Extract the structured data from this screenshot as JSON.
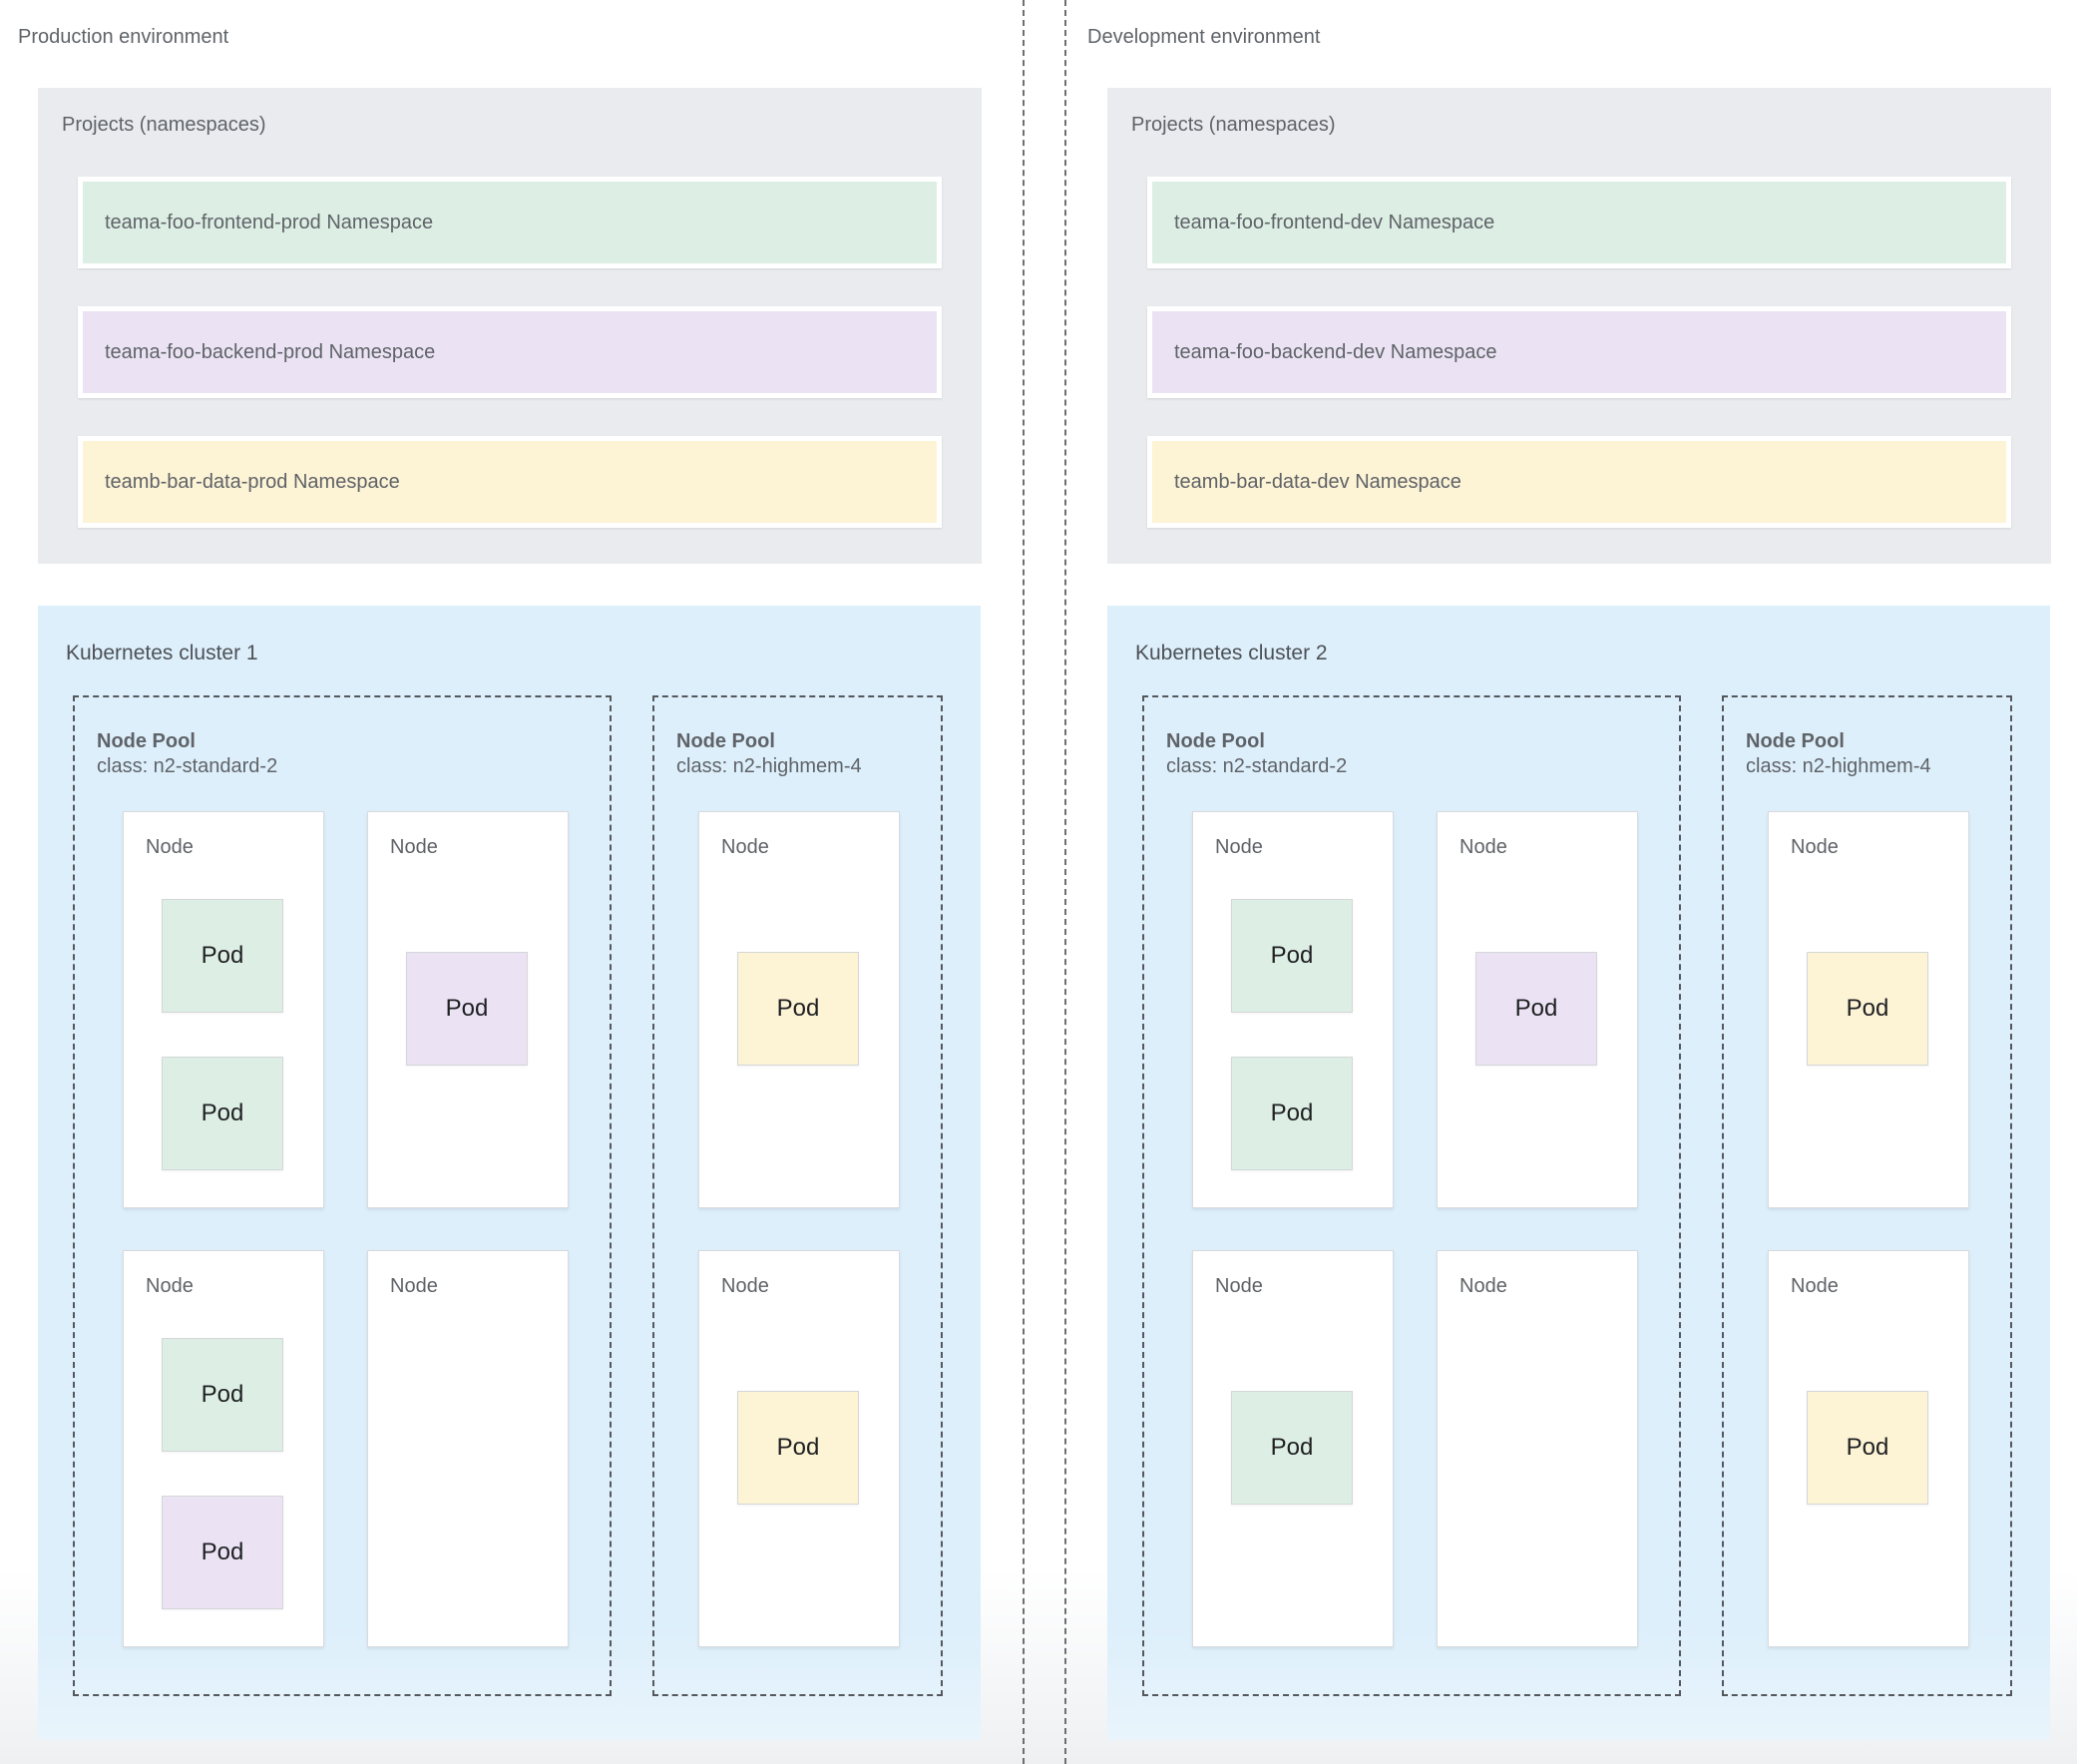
{
  "palette": {
    "green": "#ddeee4",
    "purple": "#ebe3f3",
    "yellow": "#fdf3d5",
    "cluster": "#ddeffb",
    "projects": "#e9ebee"
  },
  "environments": [
    {
      "title": "Production environment",
      "projects": {
        "label": "Projects (namespaces)",
        "namespaces": [
          {
            "name": "teama-foo-frontend-prod Namespace",
            "color": "green"
          },
          {
            "name": "teama-foo-backend-prod Namespace",
            "color": "purple"
          },
          {
            "name": "teamb-bar-data-prod Namespace",
            "color": "yellow"
          }
        ]
      },
      "cluster": {
        "title": "Kubernetes cluster 1",
        "node_pools": [
          {
            "label": "Node Pool",
            "machine_class": "class: n2-standard-2",
            "nodes": [
              {
                "label": "Node",
                "pods": [
                  {
                    "label": "Pod",
                    "color": "green",
                    "position": "top"
                  },
                  {
                    "label": "Pod",
                    "color": "green",
                    "position": "bottom"
                  }
                ]
              },
              {
                "label": "Node",
                "pods": [
                  {
                    "label": "Pod",
                    "color": "purple",
                    "position": "middle"
                  }
                ]
              },
              {
                "label": "Node",
                "pods": [
                  {
                    "label": "Pod",
                    "color": "green",
                    "position": "top"
                  },
                  {
                    "label": "Pod",
                    "color": "purple",
                    "position": "bottom"
                  }
                ]
              },
              {
                "label": "Node",
                "pods": []
              }
            ]
          },
          {
            "label": "Node Pool",
            "machine_class": "class: n2-highmem-4",
            "nodes": [
              {
                "label": "Node",
                "pods": [
                  {
                    "label": "Pod",
                    "color": "yellow",
                    "position": "middle"
                  }
                ]
              },
              {
                "label": "Node",
                "pods": [
                  {
                    "label": "Pod",
                    "color": "yellow",
                    "position": "middle"
                  }
                ]
              }
            ]
          }
        ]
      }
    },
    {
      "title": "Development environment",
      "projects": {
        "label": "Projects (namespaces)",
        "namespaces": [
          {
            "name": "teama-foo-frontend-dev Namespace",
            "color": "green"
          },
          {
            "name": "teama-foo-backend-dev Namespace",
            "color": "purple"
          },
          {
            "name": "teamb-bar-data-dev Namespace",
            "color": "yellow"
          }
        ]
      },
      "cluster": {
        "title": "Kubernetes cluster 2",
        "node_pools": [
          {
            "label": "Node Pool",
            "machine_class": "class: n2-standard-2",
            "nodes": [
              {
                "label": "Node",
                "pods": [
                  {
                    "label": "Pod",
                    "color": "green",
                    "position": "top"
                  },
                  {
                    "label": "Pod",
                    "color": "green",
                    "position": "bottom"
                  }
                ]
              },
              {
                "label": "Node",
                "pods": [
                  {
                    "label": "Pod",
                    "color": "purple",
                    "position": "middle"
                  }
                ]
              },
              {
                "label": "Node",
                "pods": [
                  {
                    "label": "Pod",
                    "color": "green",
                    "position": "middle"
                  }
                ]
              },
              {
                "label": "Node",
                "pods": []
              }
            ]
          },
          {
            "label": "Node Pool",
            "machine_class": "class: n2-highmem-4",
            "nodes": [
              {
                "label": "Node",
                "pods": [
                  {
                    "label": "Pod",
                    "color": "yellow",
                    "position": "middle"
                  }
                ]
              },
              {
                "label": "Node",
                "pods": [
                  {
                    "label": "Pod",
                    "color": "yellow",
                    "position": "middle"
                  }
                ]
              }
            ]
          }
        ]
      }
    }
  ]
}
